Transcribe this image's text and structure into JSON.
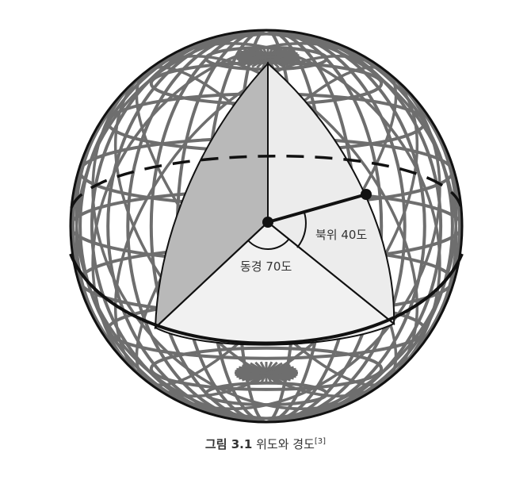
{
  "labels": {
    "latitude": "북위 40도",
    "longitude": "동경 70도"
  },
  "caption": {
    "figure_number": "그림 3.1",
    "title": "위도와 경도",
    "reference": "[3]"
  },
  "colors": {
    "grid": "#6e6e6e",
    "outline": "#111111",
    "sector_dark": "#b9b9b9",
    "sector_light": "#f1f1f1"
  }
}
